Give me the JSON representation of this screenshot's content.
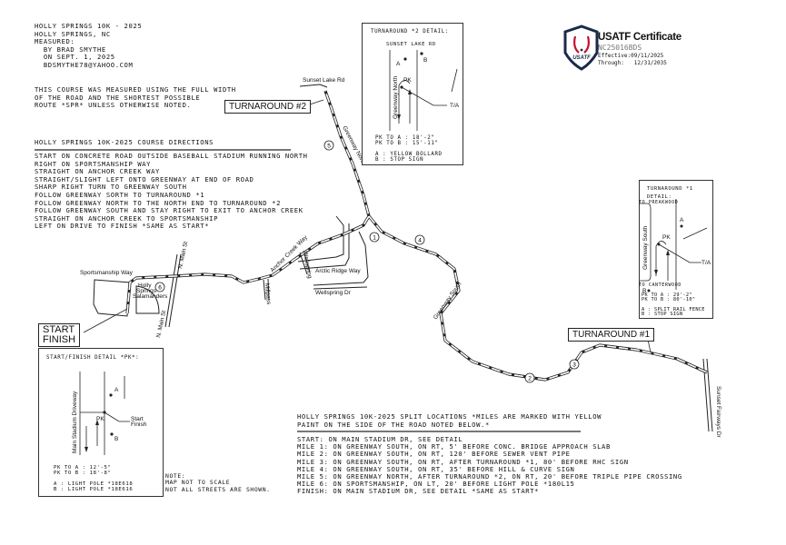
{
  "header": {
    "lines": [
      "Holly Springs 10K - 2025",
      "Holly Springs, NC",
      "Measured:",
      "  By Brad Smythe",
      "  On Sept. 1, 2025",
      "  bdsmythe78@yahoo.com"
    ],
    "note_lines": [
      "This course was measured using the full width",
      "of the road and the shortest possible",
      "route *SPR* unless otherwise noted."
    ]
  },
  "directions": {
    "title": "Holly Springs 10K-2025 Course Directions",
    "lines": [
      "Start on concrete road outside baseball stadium running north",
      "Right on Sportsmanship Way",
      "Straight on Anchor Creek Way",
      "Straight/slight left onto Greenway at end of road",
      "Sharp right turn to Greenway South",
      "Follow Greenway sorth to turnaround *1",
      "Follow Greenway north to the north end to turnaround *2",
      "Follow Greenway south and stay right to exit to Anchor Creek",
      "Straight on Anchor Creek to Sportsmanship",
      "Left on drive to finish *same as start*"
    ]
  },
  "certificate": {
    "title": "USATF Certificate",
    "id": "NC25016BDS",
    "effective_label": "Effective:",
    "effective": "09/11/2025",
    "through_label": "Through:",
    "through": "12/31/2035",
    "logo_text": "USATF",
    "brand_color": "#1b2a4a",
    "accent_color": "#c8102e"
  },
  "turnaround2_detail": {
    "title": "Turnaround *2 Detail:",
    "road": "Sunset Lake Rd",
    "side_road": "Greenway North",
    "pk": "PK",
    "a": "A",
    "b": "B",
    "ta": "T/A",
    "lines": [
      "PK to A : 18'-2\"",
      "PK to B : 15'-11\"",
      "",
      "A : Yellow Bollard",
      "B : Stop Sign"
    ]
  },
  "turnaround1_detail": {
    "title": "Turnaround *1 Detail:",
    "road_top": "To Preakwood",
    "road_bottom": "To Canterwood",
    "side_road": "Greenway South",
    "pk": "PK",
    "a": "A",
    "b": "B",
    "ta": "T/A",
    "lines": [
      "PK to A : 29'-2\"",
      "PK to B : 80'-10\"",
      "",
      "A : Split Rail Fence",
      "B : Stop Sign"
    ]
  },
  "start_detail": {
    "title": "Start/Finish Detail *PK*:",
    "side_road": "Main Stadium Driveway",
    "pk": "PK",
    "a": "A",
    "b": "B",
    "sf": [
      "Start",
      "Finish"
    ],
    "lines": [
      "PK to A : 12'-5\"",
      "PK to B : 18'-8\"",
      "",
      "A : Light Pole *18E618",
      "B : Light Pole *18E616"
    ]
  },
  "note": {
    "lines": [
      "Note:",
      "Map not to scale",
      "Not all streets are shown."
    ]
  },
  "splits": {
    "title_lines": [
      "Holly Springs 10K-2025 Split Locations *Miles are marked with yellow",
      "paint on the side of the road noted below.*"
    ],
    "lines": [
      "Start: on Main Stadium Dr, see detail",
      "Mile 1: on Greenway South, on RT, 5' before conc. bridge approach slab",
      "Mile 2: on Greenway South, on RT, 120' before sewer vent pipe",
      "Mile 3: on Greenway South, on RT, after turnaround *1, 80' before RHC sign",
      "Mile 4: on Greenway South, on RT, 35' before hill & curve sign",
      "Mile 5: on Greenway North, after turnaround *2, on RT, 20' before triple pipe crossing",
      "Mile 6: on Sportsmanship, on LT, 20' before light pole *180L15",
      "Finish: on Main Stadium Dr, see detail *same as start*"
    ]
  },
  "map": {
    "callouts": {
      "turnaround2": "TURNAROUND #2",
      "turnaround1": "TURNAROUND #1",
      "start": "START",
      "finish": "FINISH"
    },
    "streets": {
      "sunset_lake": "Sunset Lake Rd",
      "greenway_north": "Greenway North",
      "greenway_south": "Greenway South",
      "sportsmanship": "Sportsmanship Way",
      "main_top": "N. Main St",
      "main_bottom": "N. Main St",
      "anchor_creek": "Anchor Creek Way",
      "wellspring_v": "Wellspring",
      "arctic_ridge": "Arctic Ridge Way",
      "wellspring": "Wellspring Dr",
      "millpass": "Millpass",
      "sunset_fairways": "Sunset Fairways Dr",
      "stadium": [
        "Holly",
        "Springs",
        "Salamanders"
      ]
    },
    "miles": [
      "1",
      "2",
      "3",
      "4",
      "5",
      "6"
    ]
  }
}
